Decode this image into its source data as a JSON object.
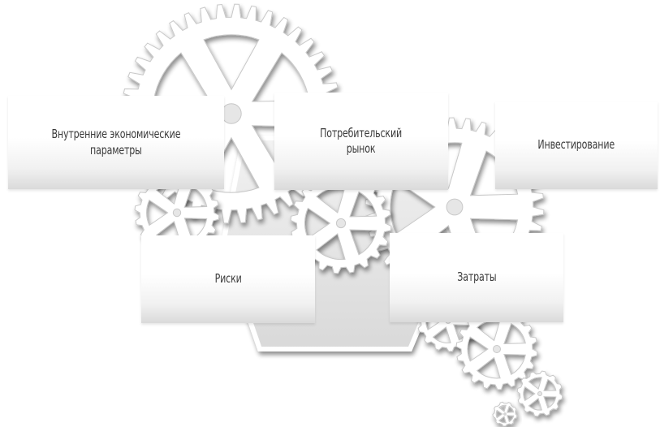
{
  "diagram": {
    "blocks": [
      {
        "id": "internal",
        "label": "Внутренние экономические\nпараметры"
      },
      {
        "id": "consumer",
        "label": "Потребительский\nрынок"
      },
      {
        "id": "invest",
        "label": "Инвестирование"
      },
      {
        "id": "risks",
        "label": "Риски"
      },
      {
        "id": "costs",
        "label": "Затраты"
      }
    ],
    "background": "gears",
    "colors": {
      "gear": "#ffffff",
      "gear_shadow": "#c8c8c8",
      "card_top": "#ffffff",
      "card_bottom": "#dadada",
      "text": "#3b3b3b"
    }
  }
}
